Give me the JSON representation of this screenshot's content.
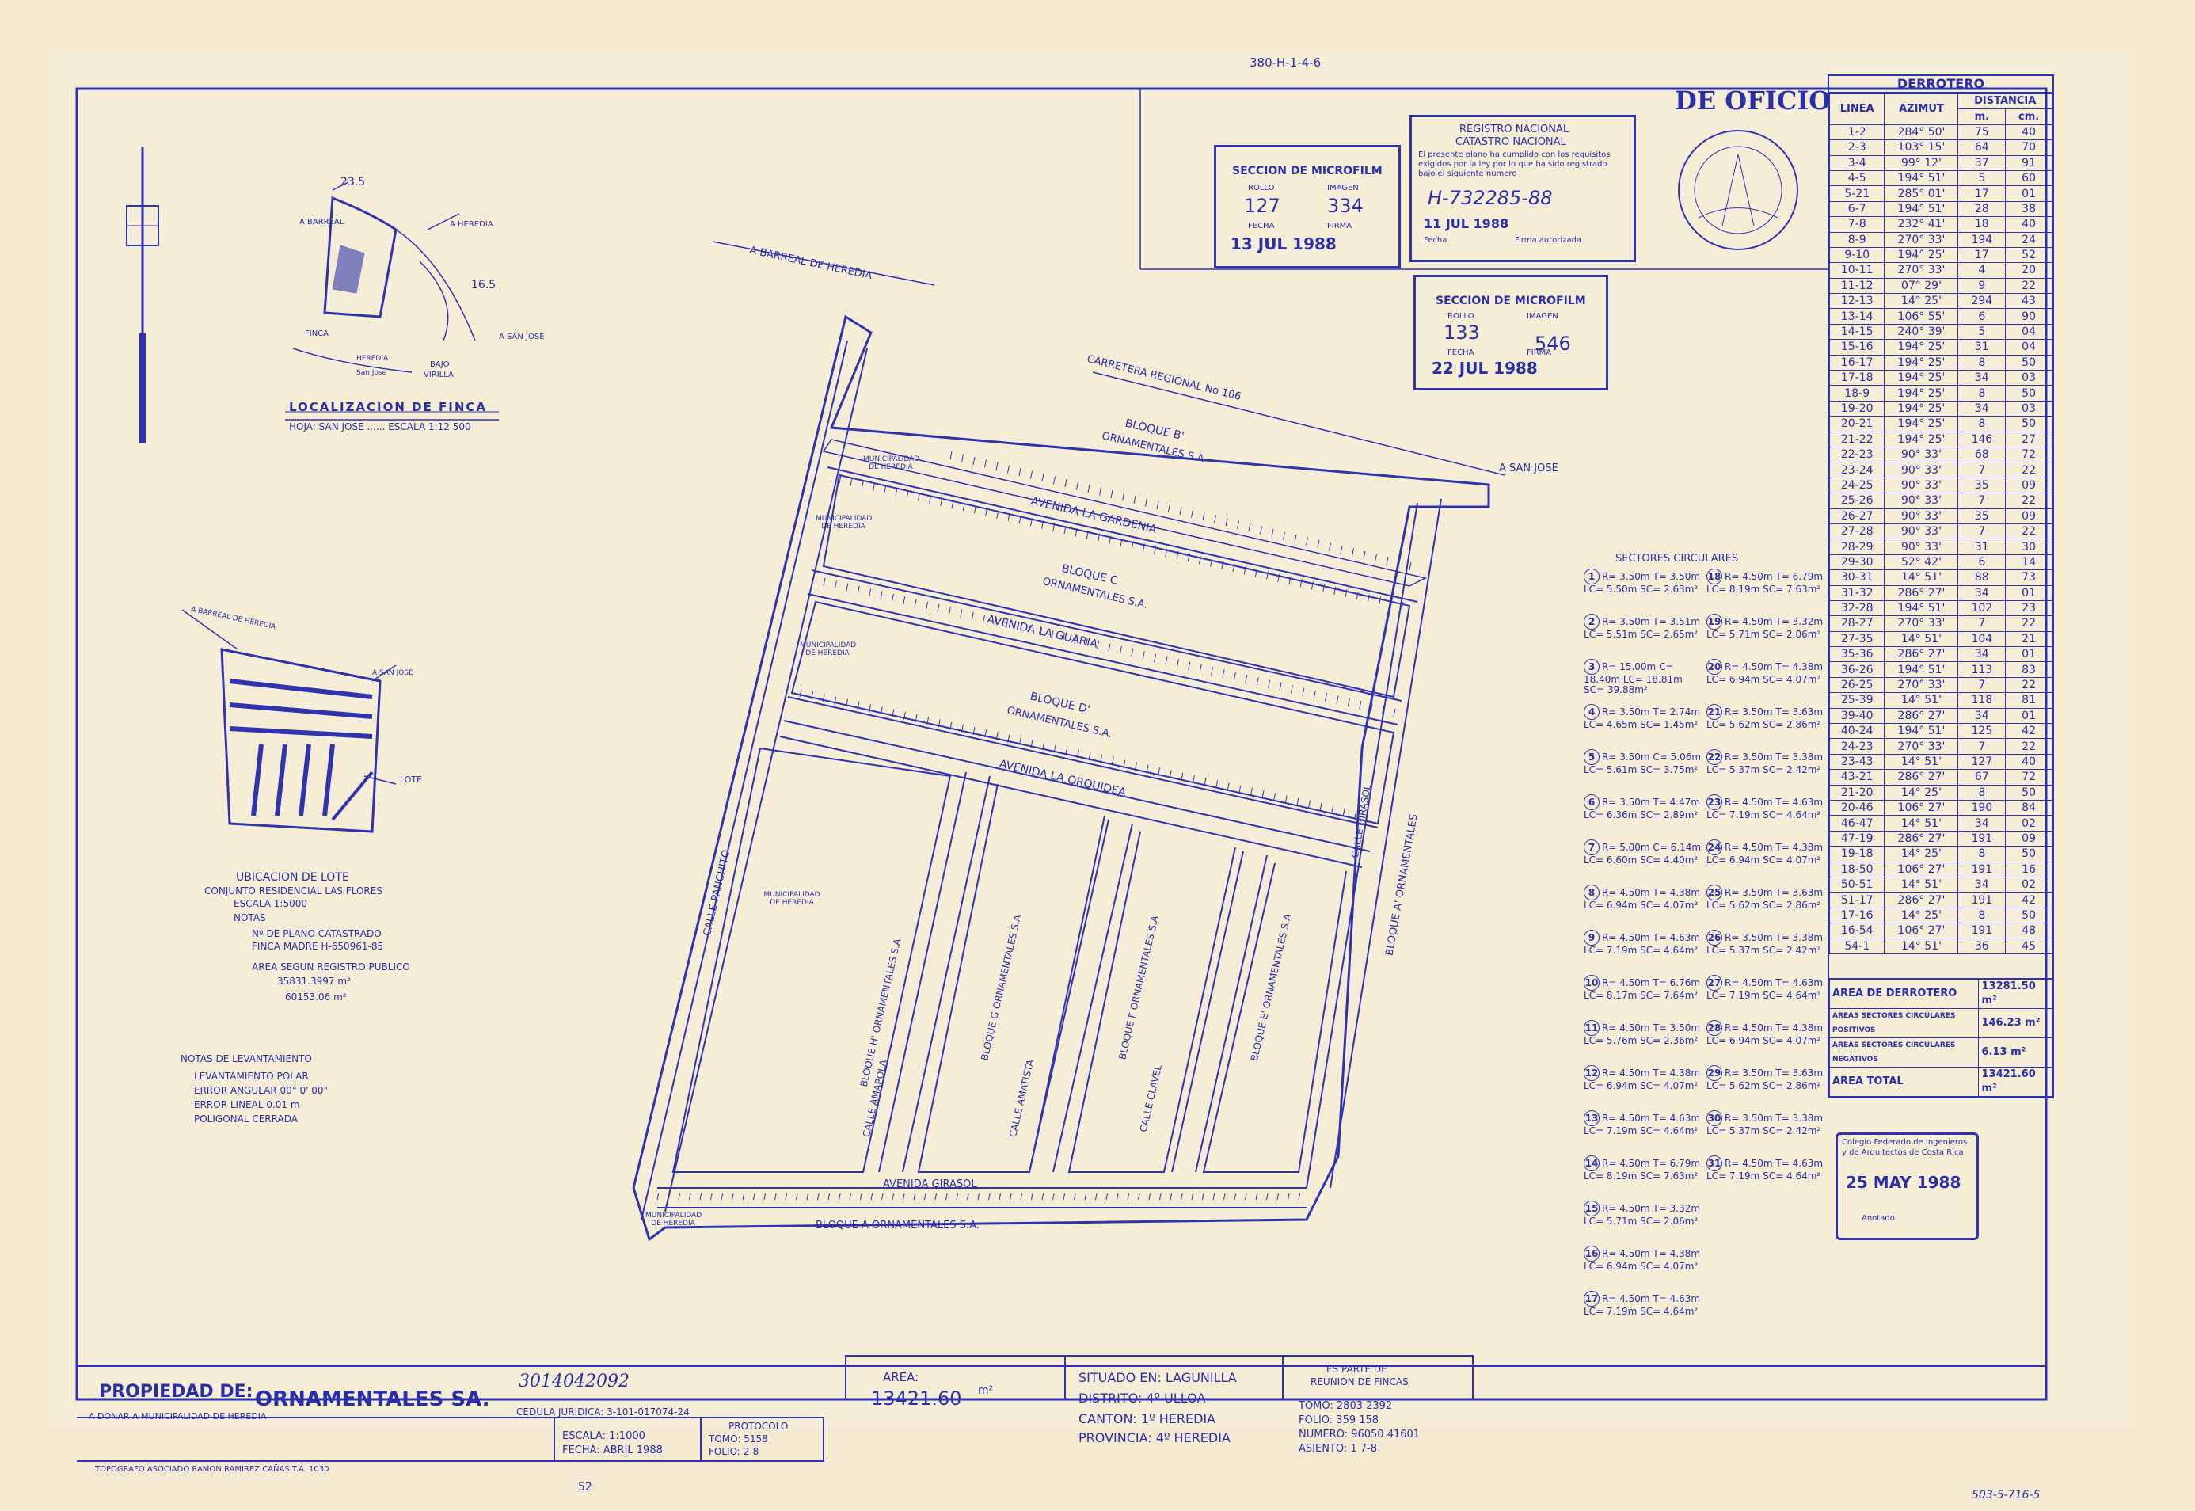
{
  "header_code": "380-H-1-4-6",
  "north_scale": {
    "s_top": "23.5",
    "s_right": "16.5"
  },
  "loc_map": {
    "title": "LOCALIZACION DE FINCA",
    "subtitle": "HOJA: SAN JOSE ...... ESCALA 1:12 500",
    "labels": [
      "A BARREAL",
      "A HEREDIA",
      "FINCA",
      "HEREDIA",
      "A SAN JOSE",
      "BAJO",
      "VIRILLA",
      "San Jose"
    ]
  },
  "lote_map": {
    "labels": [
      "A BARREAL DE HEREDIA",
      "A SAN JOSE",
      "LOTE"
    ],
    "title": "UBICACION DE LOTE",
    "line1": "CONJUNTO RESIDENCIAL LAS FLORES",
    "escala": "ESCALA 1:5000",
    "notas": "NOTAS",
    "plano_label": "Nº DE PLANO CATASTRADO",
    "finca_madre": "FINCA MADRE  H-650961-85",
    "area_label": "AREA SEGUN REGISTRO PUBLICO",
    "area1": "35831.3997 m²",
    "area2": "60153.06 m²"
  },
  "notas_lev": {
    "title": "NOTAS DE LEVANTAMIENTO",
    "l1": "LEVANTAMIENTO POLAR",
    "l2": "ERROR ANGULAR 00° 0' 00\"",
    "l3": "ERROR LINEAL 0.01 m",
    "l4": "POLIGONAL CERRADA"
  },
  "streets": {
    "barreal": "A BARREAL DE HEREDIA",
    "carretera": "CARRETERA REGIONAL No 106",
    "san_jose": "A SAN JOSE",
    "gardenia": "AVENIDA LA GARDENIA",
    "guaria": "AVENIDA LA GUARIA",
    "orquidea": "AVENIDA LA ORQUIDEA",
    "girasol": "AVENIDA GIRASOL",
    "panchito": "CALLE PANCHITO",
    "amapola": "CALLE AMAPOLA",
    "amatista": "CALLE AMATISTA",
    "clavel": "CALLE CLAVEL",
    "girasol_calle": "CALLE GIRASOL"
  },
  "blocks": {
    "b": "BLOQUE B'",
    "b_owner": "ORNAMENTALES S.A",
    "c": "BLOQUE C",
    "c_owner": "ORNAMENTALES S.A.",
    "d": "BLOQUE D'",
    "d_owner": "ORNAMENTALES S.A.",
    "a_bottom": "BLOQUE A    ORNAMENTALES S.A.",
    "a_right": "BLOQUE A' ORNAMENTALES",
    "h": "BLOQUE H' ORNAMENTALES S.A.",
    "g": "BLOQUE G ORNAMENTALES S.A",
    "f": "BLOQUE F ORNAMENTALES S.A",
    "e": "BLOQUE E' ORNAMENTALES S.A",
    "muni": "MUNICIPALIDAD DE HEREDIA"
  },
  "stamps": {
    "micro1": {
      "title": "SECCION DE MICROFILM",
      "rollo": "ROLLO",
      "imagen": "IMAGEN",
      "rollo_val": "127",
      "imagen_val": "334",
      "fecha": "FECHA",
      "firma": "FIRMA",
      "date": "13 JUL 1988"
    },
    "micro2": {
      "title": "SECCION DE MICROFILM",
      "rollo": "ROLLO",
      "imagen": "IMAGEN",
      "rollo_val": "133",
      "imagen_val": "546",
      "fecha": "FECHA",
      "firma": "FIRMA",
      "date": "22 JUL 1988"
    },
    "registro": {
      "l1": "REGISTRO NACIONAL",
      "l2": "CATASTRO NACIONAL",
      "body": "El presente plano ha cumplido con los requisitos exigidos por la ley por lo que ha sido registrado bajo el siguiente numero",
      "number": "H-732285-88",
      "date": "11 JUL 1988",
      "fecha": "Fecha",
      "firma": "Firma autorizada"
    },
    "oficio": "DE OFICIO",
    "colegio": {
      "l1": "Colegio Federado de Ingenieros",
      "l2": "y de Arquitectos de Costa Rica",
      "date": "25 MAY 1988",
      "anotado": "Anotado"
    }
  },
  "derrotero": {
    "title": "DERROTERO",
    "headers": [
      "LINEA",
      "AZIMUT",
      "DISTANCIA",
      "m.",
      "cm."
    ],
    "rows": [
      [
        "1-2",
        "284° 50'",
        "75",
        "40"
      ],
      [
        "2-3",
        "103° 15'",
        "64",
        "70"
      ],
      [
        "3-4",
        "99° 12'",
        "37",
        "91"
      ],
      [
        "4-5",
        "194° 51'",
        "5",
        "60"
      ],
      [
        "5-21",
        "285° 01'",
        "17",
        "01"
      ],
      [
        "6-7",
        "194° 51'",
        "28",
        "38"
      ],
      [
        "7-8",
        "232° 41'",
        "18",
        "40"
      ],
      [
        "8-9",
        "270° 33'",
        "194",
        "24"
      ],
      [
        "9-10",
        "194° 25'",
        "17",
        "52"
      ],
      [
        "10-11",
        "270° 33'",
        "4",
        "20"
      ],
      [
        "11-12",
        "07° 29'",
        "9",
        "22"
      ],
      [
        "12-13",
        "14° 25'",
        "294",
        "43"
      ],
      [
        "13-14",
        "106° 55'",
        "6",
        "90"
      ],
      [
        "14-15",
        "240° 39'",
        "5",
        "04"
      ],
      [
        "15-16",
        "194° 25'",
        "31",
        "04"
      ],
      [
        "16-17",
        "194° 25'",
        "8",
        "50"
      ],
      [
        "17-18",
        "194° 25'",
        "34",
        "03"
      ],
      [
        "18-9",
        "194° 25'",
        "8",
        "50"
      ],
      [
        "19-20",
        "194° 25'",
        "34",
        "03"
      ],
      [
        "20-21",
        "194° 25'",
        "8",
        "50"
      ],
      [
        "21-22",
        "194° 25'",
        "146",
        "27"
      ],
      [
        "22-23",
        "90° 33'",
        "68",
        "72"
      ],
      [
        "23-24",
        "90° 33'",
        "7",
        "22"
      ],
      [
        "24-25",
        "90° 33'",
        "35",
        "09"
      ],
      [
        "25-26",
        "90° 33'",
        "7",
        "22"
      ],
      [
        "26-27",
        "90° 33'",
        "35",
        "09"
      ],
      [
        "27-28",
        "90° 33'",
        "7",
        "22"
      ],
      [
        "28-29",
        "90° 33'",
        "31",
        "30"
      ],
      [
        "29-30",
        "52° 42'",
        "6",
        "14"
      ],
      [
        "30-31",
        "14° 51'",
        "88",
        "73"
      ],
      [
        "31-32",
        "286° 27'",
        "34",
        "01"
      ],
      [
        "32-28",
        "194° 51'",
        "102",
        "23"
      ],
      [
        "28-27",
        "270° 33'",
        "7",
        "22"
      ],
      [
        "27-35",
        "14° 51'",
        "104",
        "21"
      ],
      [
        "35-36",
        "286° 27'",
        "34",
        "01"
      ],
      [
        "36-26",
        "194° 51'",
        "113",
        "83"
      ],
      [
        "26-25",
        "270° 33'",
        "7",
        "22"
      ],
      [
        "25-39",
        "14° 51'",
        "118",
        "81"
      ],
      [
        "39-40",
        "286° 27'",
        "34",
        "01"
      ],
      [
        "40-24",
        "194° 51'",
        "125",
        "42"
      ],
      [
        "24-23",
        "270° 33'",
        "7",
        "22"
      ],
      [
        "23-43",
        "14° 51'",
        "127",
        "40"
      ],
      [
        "43-21",
        "286° 27'",
        "67",
        "72"
      ],
      [
        "21-20",
        "14° 25'",
        "8",
        "50"
      ],
      [
        "20-46",
        "106° 27'",
        "190",
        "84"
      ],
      [
        "46-47",
        "14° 51'",
        "34",
        "02"
      ],
      [
        "47-19",
        "286° 27'",
        "191",
        "09"
      ],
      [
        "19-18",
        "14° 25'",
        "8",
        "50"
      ],
      [
        "18-50",
        "106° 27'",
        "191",
        "16"
      ],
      [
        "50-51",
        "14° 51'",
        "34",
        "02"
      ],
      [
        "51-17",
        "286° 27'",
        "191",
        "42"
      ],
      [
        "17-16",
        "14° 25'",
        "8",
        "50"
      ],
      [
        "16-54",
        "106° 27'",
        "191",
        "48"
      ],
      [
        "54-1",
        "14° 51'",
        "36",
        "45"
      ]
    ],
    "area_derrotero_label": "AREA DE DERROTERO",
    "area_derrotero": "13281.50 m²",
    "area_pos_label": "AREAS SECTORES CIRCULARES POSITIVOS",
    "area_pos": "146.23 m²",
    "area_neg_label": "AREAS SECTORES CIRCULARES NEGATIVOS",
    "area_neg": "6.13 m²",
    "area_total_label": "AREA TOTAL",
    "area_total": "13421.60 m²"
  },
  "sectores": {
    "title": "SECTORES CIRCULARES",
    "left": [
      {
        "n": "1",
        "t": "R= 3.50m  T= 3.50m  LC= 5.50m  SC= 2.63m²"
      },
      {
        "n": "2",
        "t": "R= 3.50m  T= 3.51m  LC= 5.51m  SC= 2.65m²"
      },
      {
        "n": "3",
        "t": "R= 15.00m  C= 18.40m  LC= 18.81m  SC= 39.88m²"
      },
      {
        "n": "4",
        "t": "R= 3.50m  T= 2.74m  LC= 4.65m  SC= 1.45m²"
      },
      {
        "n": "5",
        "t": "R= 3.50m  C= 5.06m  LC= 5.61m  SC= 3.75m²"
      },
      {
        "n": "6",
        "t": "R= 3.50m  T= 4.47m  LC= 6.36m  SC= 2.89m²"
      },
      {
        "n": "7",
        "t": "R= 5.00m  C= 6.14m  LC= 6.60m  SC= 4.40m²"
      },
      {
        "n": "8",
        "t": "R= 4.50m  T= 4.38m  LC= 6.94m  SC= 4.07m²"
      },
      {
        "n": "9",
        "t": "R= 4.50m  T= 4.63m  LC= 7.19m  SC= 4.64m²"
      },
      {
        "n": "10",
        "t": "R= 4.50m  T= 6.76m  LC= 8.17m  SC= 7.64m²"
      },
      {
        "n": "11",
        "t": "R= 4.50m  T= 3.50m  LC= 5.76m  SC= 2.36m²"
      },
      {
        "n": "12",
        "t": "R= 4.50m  T= 4.38m  LC= 6.94m  SC= 4.07m²"
      },
      {
        "n": "13",
        "t": "R= 4.50m  T= 4.63m  LC= 7.19m  SC= 4.64m²"
      },
      {
        "n": "14",
        "t": "R= 4.50m  T= 6.79m  LC= 8.19m  SC= 7.63m²"
      },
      {
        "n": "15",
        "t": "R= 4.50m  T= 3.32m  LC= 5.71m  SC= 2.06m²"
      },
      {
        "n": "16",
        "t": "R= 4.50m  T= 4.38m  LC= 6.94m  SC= 4.07m²"
      },
      {
        "n": "17",
        "t": "R= 4.50m  T= 4.63m  LC= 7.19m  SC= 4.64m²"
      }
    ],
    "right": [
      {
        "n": "18",
        "t": "R= 4.50m  T= 6.79m  LC= 8.19m  SC= 7.63m²"
      },
      {
        "n": "19",
        "t": "R= 4.50m  T= 3.32m  LC= 5.71m  SC= 2.06m²"
      },
      {
        "n": "20",
        "t": "R= 4.50m  T= 4.38m  LC= 6.94m  SC= 4.07m²"
      },
      {
        "n": "21",
        "t": "R= 3.50m  T= 3.63m  LC= 5.62m  SC= 2.86m²"
      },
      {
        "n": "22",
        "t": "R= 3.50m  T= 3.38m  LC= 5.37m  SC= 2.42m²"
      },
      {
        "n": "23",
        "t": "R= 4.50m  T= 4.63m  LC= 7.19m  SC= 4.64m²"
      },
      {
        "n": "24",
        "t": "R= 4.50m  T= 4.38m  LC= 6.94m  SC= 4.07m²"
      },
      {
        "n": "25",
        "t": "R= 3.50m  T= 3.63m  LC= 5.62m  SC= 2.86m²"
      },
      {
        "n": "26",
        "t": "R= 3.50m  T= 3.38m  LC= 5.37m  SC= 2.42m²"
      },
      {
        "n": "27",
        "t": "R= 4.50m  T= 4.63m  LC= 7.19m  SC= 4.64m²"
      },
      {
        "n": "28",
        "t": "R= 4.50m  T= 4.38m  LC= 6.94m  SC= 4.07m²"
      },
      {
        "n": "29",
        "t": "R= 3.50m  T= 3.63m  LC= 5.62m  SC= 2.86m²"
      },
      {
        "n": "30",
        "t": "R= 3.50m  T= 3.38m  LC= 5.37m  SC= 2.42m²"
      },
      {
        "n": "31",
        "t": "R= 4.50m  T= 4.63m  LC= 7.19m  SC= 4.64m²"
      }
    ]
  },
  "titleblock": {
    "propiedad_label": "PROPIEDAD DE:",
    "propiedad": "ORNAMENTALES SA.",
    "cedula_hand": "3014042092",
    "donar": "A DONAR  A  MUNICIPALIDAD DE HEREDIA",
    "cedula": "CEDULA JURIDICA: 3-101-017074-24",
    "area_label": "AREA:",
    "area": "13421.60",
    "area_unit": "m²",
    "situado": "SITUADO EN: LAGUNILLA",
    "distrito": "DISTRITO:  4º ULLOA",
    "canton": "CANTON:  1º HEREDIA",
    "provincia": "PROVINCIA:  4º HEREDIA",
    "es_parte": "ES PARTE DE",
    "reunion": "REUNION DE FINCAS",
    "tomo": "TOMO: 2803   2392",
    "folio": "FOLIO: 359    158",
    "numero": "NUMERO: 96050  41601",
    "asiento": "ASIENTO: 1     7-8",
    "escala": "ESCALA: 1:1000",
    "fecha": "FECHA: ABRIL 1988",
    "protocolo": "PROTOCOLO",
    "tomo2": "TOMO: 5158",
    "folio2": "FOLIO: 2-8",
    "topografo": "TOPOGRAFO ASOCIADO   RAMON RAMIREZ CAÑAS    T.A. 1030"
  },
  "misc": {
    "page_num": "52",
    "bottom_code": "503-5-716-5"
  }
}
